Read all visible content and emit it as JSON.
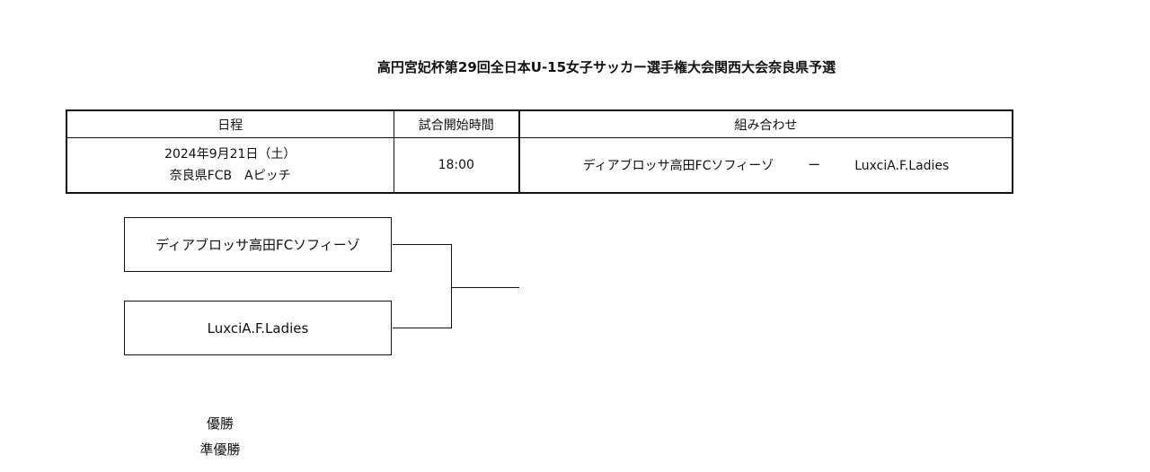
{
  "title": "高円宮妃杯第29回全日本U-15女子サッカー選手権大会関西大会奈良県予選",
  "table": {
    "headers": [
      "日程",
      "試合開始時間",
      "組み合わせ"
    ],
    "row": {
      "date": "2024年9月21日（土）",
      "venue": "奈良県FCB　Aピッチ",
      "start_time": "18:00",
      "team_home": "ディアブロッサ高田FCソフィーゾ",
      "separator": "ー",
      "team_away": "LuxciA.F.Ladies"
    }
  },
  "bracket": {
    "team_top": "ディアブロッサ高田FCソフィーゾ",
    "team_bottom": "LuxciA.F.Ladies"
  },
  "results": {
    "winner_label": "優勝",
    "runner_up_label": "準優勝"
  }
}
